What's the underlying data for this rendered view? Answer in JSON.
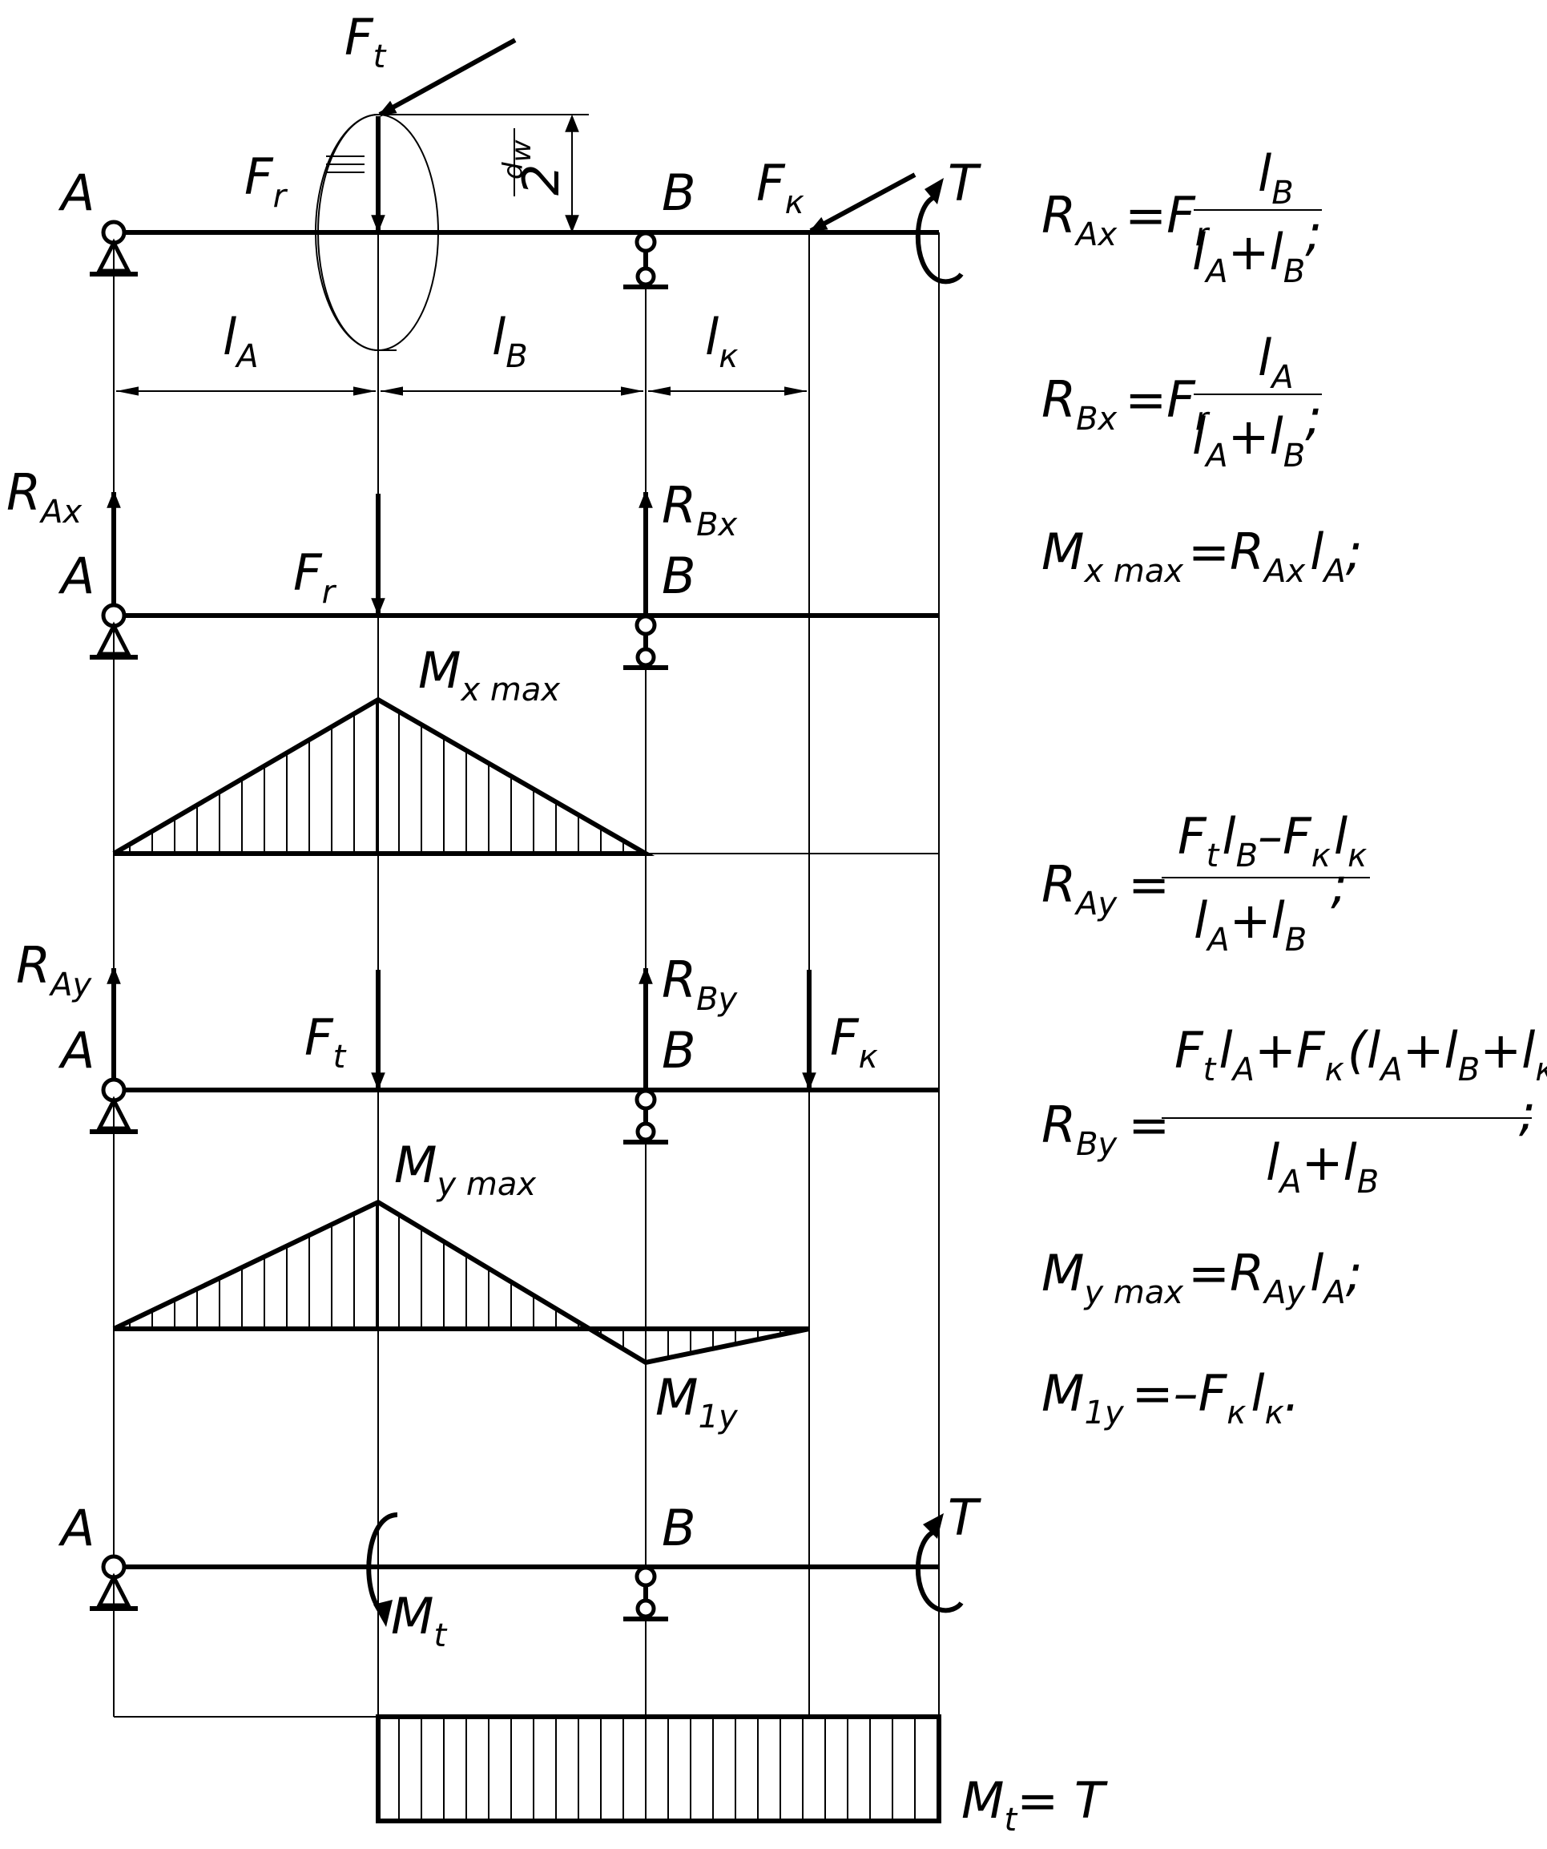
{
  "labels": {
    "ft_top": "F",
    "ft_top_sub": "t",
    "a": "A",
    "b": "B",
    "t": "T",
    "fr": "F",
    "fr_sub": "r",
    "fk": "F",
    "fk_sub": "к",
    "dw_num": "d",
    "dw_num_sub": "w",
    "dw_den": "2",
    "la": "l",
    "la_sub": "A",
    "lb": "l",
    "lb_sub": "B",
    "lk": "l",
    "lk_sub": "к",
    "rax": "R",
    "rax_sub": "Ax",
    "rbx": "R",
    "rbx_sub": "Bx",
    "ray": "R",
    "ray_sub": "Ay",
    "rby": "R",
    "rby_sub": "By",
    "mxmax": "M",
    "mxmax_sub": "x max",
    "mymax": "M",
    "mymax_sub": "y max",
    "m1y": "M",
    "m1y_sub": "1y",
    "mt": "M",
    "mt_sub": "t",
    "mt_eq": "= T"
  },
  "formulas": {
    "rax_lhs": "R",
    "rax_lhs_sub": "Ax",
    "rax_mid": "=F",
    "rax_mid_sub": "r",
    "rax_num": "l",
    "rax_num_sub": "B",
    "rax_den": "l",
    "rax_den_sub": "A",
    "rax_den_plus": "+l",
    "rax_den_sub2": "B",
    "rax_end": ";",
    "rbx_lhs": "R",
    "rbx_lhs_sub": "Bx",
    "rbx_mid": "=F",
    "rbx_mid_sub": "r",
    "rbx_num": "l",
    "rbx_num_sub": "A",
    "rbx_den": "l",
    "rbx_den_sub": "A",
    "rbx_den_plus": "+l",
    "rbx_den_sub2": "B",
    "rbx_end": ";",
    "mx_lhs": "M",
    "mx_lhs_sub": "x max",
    "mx_rhs": "=R",
    "mx_rhs_sub": "Ax",
    "mx_l": "l",
    "mx_l_sub": "A",
    "mx_end": ";",
    "ray_lhs": "R",
    "ray_lhs_sub": "Ay",
    "ray_eq": "=",
    "ray_num": "F",
    "ray_num_s1": "t",
    "ray_num_l1": "l",
    "ray_num_s2": "B",
    "ray_num_minus": "–F",
    "ray_num_s3": "к",
    "ray_num_l2": "l",
    "ray_num_s4": "к",
    "ray_den": "l",
    "ray_den_s1": "A",
    "ray_den_plus": "+l",
    "ray_den_s2": "B",
    "ray_end": ";",
    "rby_lhs": "R",
    "rby_lhs_sub": "By",
    "rby_eq": "=",
    "rby_num_a": "F",
    "rby_num_s1": "t",
    "rby_num_l1": "l",
    "rby_num_s2": "A",
    "rby_num_plus": "+F",
    "rby_num_s3": "к",
    "rby_num_paren": "(l",
    "rby_num_s4": "A",
    "rby_num_p2": "+l",
    "rby_num_s5": "B",
    "rby_num_p3": "+l",
    "rby_num_s6": "к",
    "rby_num_close": ")",
    "rby_den": "l",
    "rby_den_s1": "A",
    "rby_den_plus": "+l",
    "rby_den_s2": "B",
    "rby_end": ";",
    "my_lhs": "M",
    "my_lhs_sub": "y max",
    "my_rhs": "=R",
    "my_rhs_sub": "Ay",
    "my_l": "l",
    "my_l_sub": "A",
    "my_end": ";",
    "m1_lhs": "M",
    "m1_lhs_sub": "1y",
    "m1_rhs": "=–F",
    "m1_rhs_sub": "к",
    "m1_l": "l",
    "m1_l_sub": "к",
    "m1_end": "."
  }
}
